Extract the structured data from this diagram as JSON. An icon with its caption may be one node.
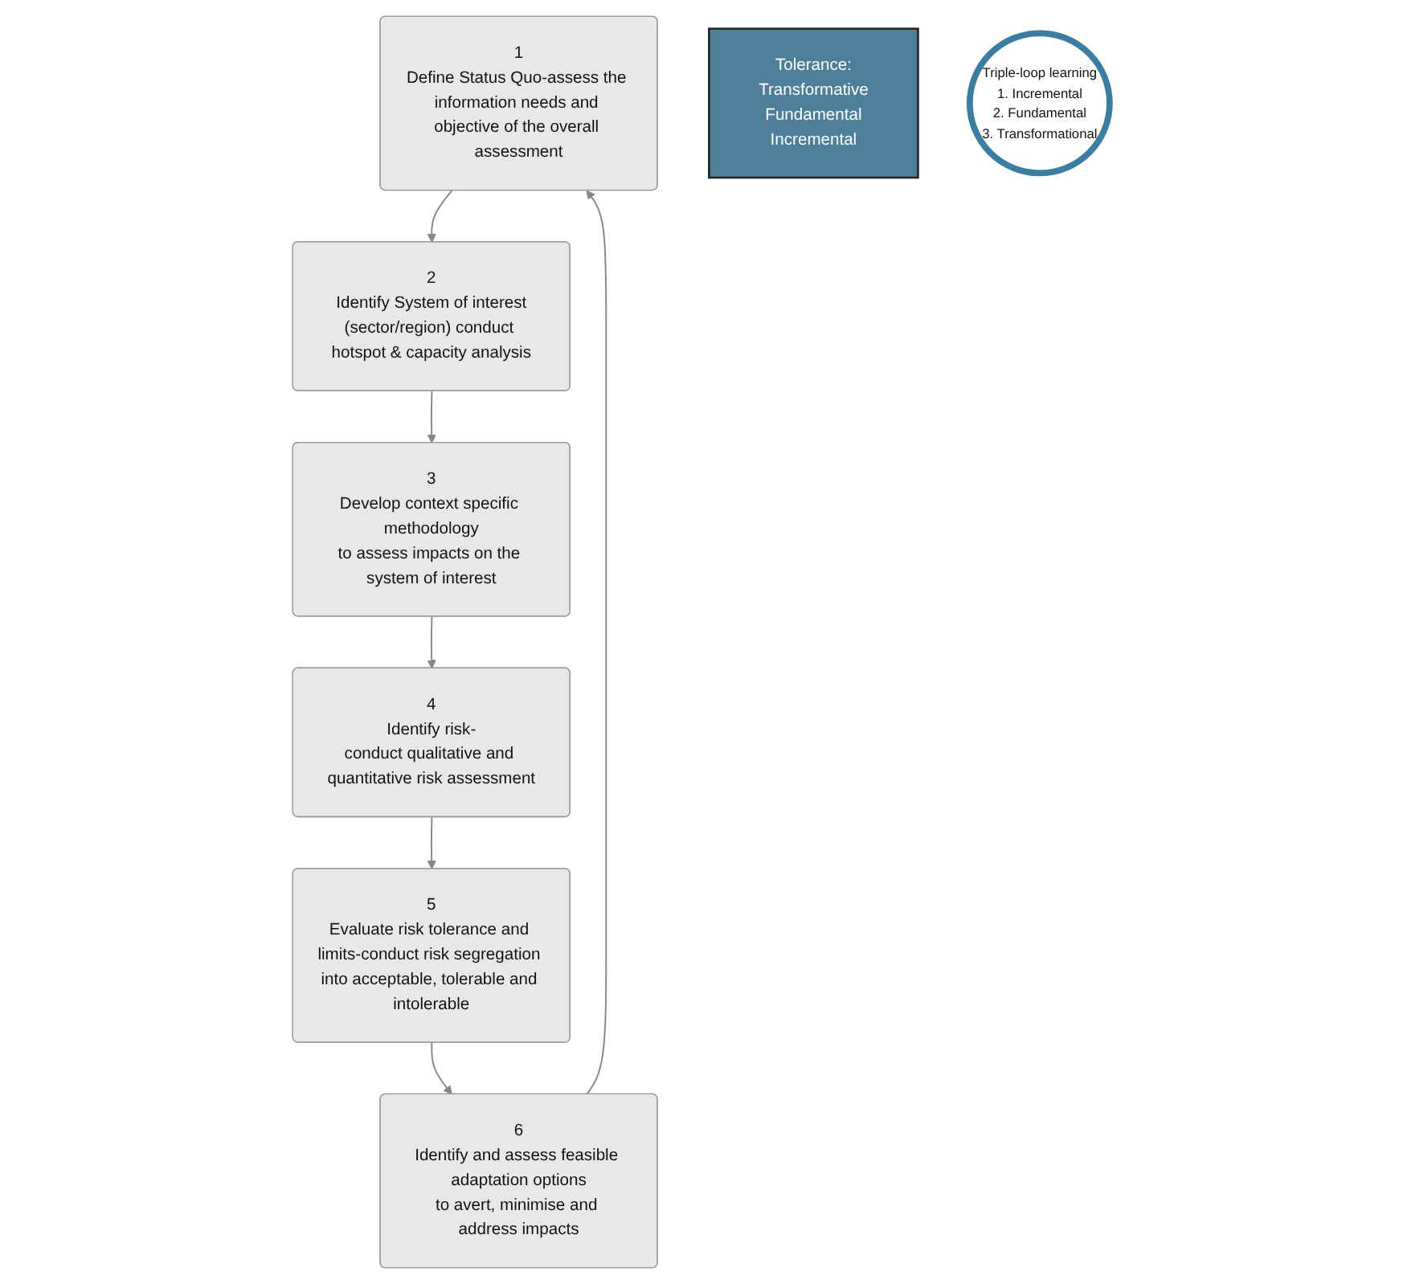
{
  "diagram": {
    "nodes": [
      {
        "text": [
          "1",
          "Define Status Quo-assess the information needs and objective of the overall assessment"
        ]
      },
      {
        "text": [
          "2",
          "Identify System of interest",
          "(sector/region) conduct hotspot & capacity analysis"
        ]
      },
      {
        "text": [
          "3",
          "Develop context specific methodology",
          "to assess impacts on the system of interest"
        ]
      },
      {
        "text": [
          "4",
          "Identify risk-",
          "conduct qualitative and quantitative risk assessment"
        ]
      },
      {
        "text": [
          "5",
          "Evaluate risk tolerance and limits-conduct risk segregation into acceptable, tolerable and intolerable"
        ]
      },
      {
        "text": [
          "6",
          "Identify and assess feasible adaptation options",
          "to avert, minimise and address impacts"
        ]
      },
      {
        "text": [
          "Tolerance:",
          "Transformative",
          "Fundamental",
          "Incremental"
        ]
      },
      {
        "text": [
          "Triple-loop learning",
          "1. Incremental",
          "2. Fundamental",
          "3. Transformational"
        ]
      }
    ],
    "edges": [
      {
        "from": 0,
        "to": 1,
        "arrow": "to"
      },
      {
        "from": 1,
        "to": 2,
        "arrow": "to"
      },
      {
        "from": 2,
        "to": 3,
        "arrow": "to"
      },
      {
        "from": 3,
        "to": 4,
        "arrow": "to"
      },
      {
        "from": 4,
        "to": 5,
        "arrow": "to"
      },
      {
        "from": 5,
        "to": 0,
        "arrow": "to"
      }
    ]
  }
}
